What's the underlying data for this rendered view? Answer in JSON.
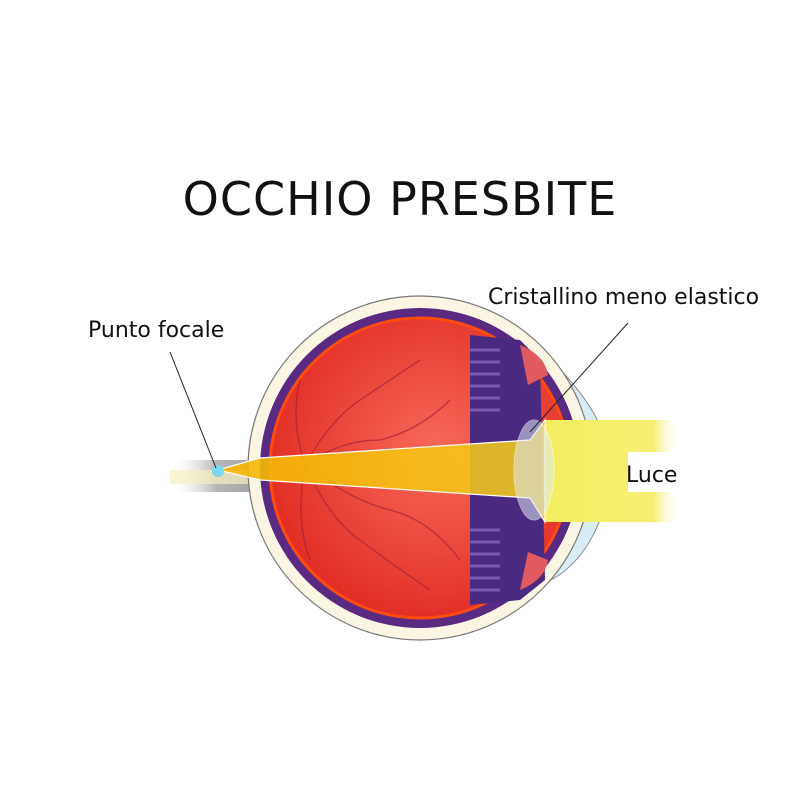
{
  "title": "OCCHIO PRESBITE",
  "labels": {
    "focal_point": "Punto focale",
    "lens": "Cristallino meno elastico",
    "light": "Luce"
  },
  "colors": {
    "retina": "#f03a2e",
    "choroid": "#5a2a82",
    "light": "#f5e84a",
    "cornea": "#d8ecf5"
  }
}
